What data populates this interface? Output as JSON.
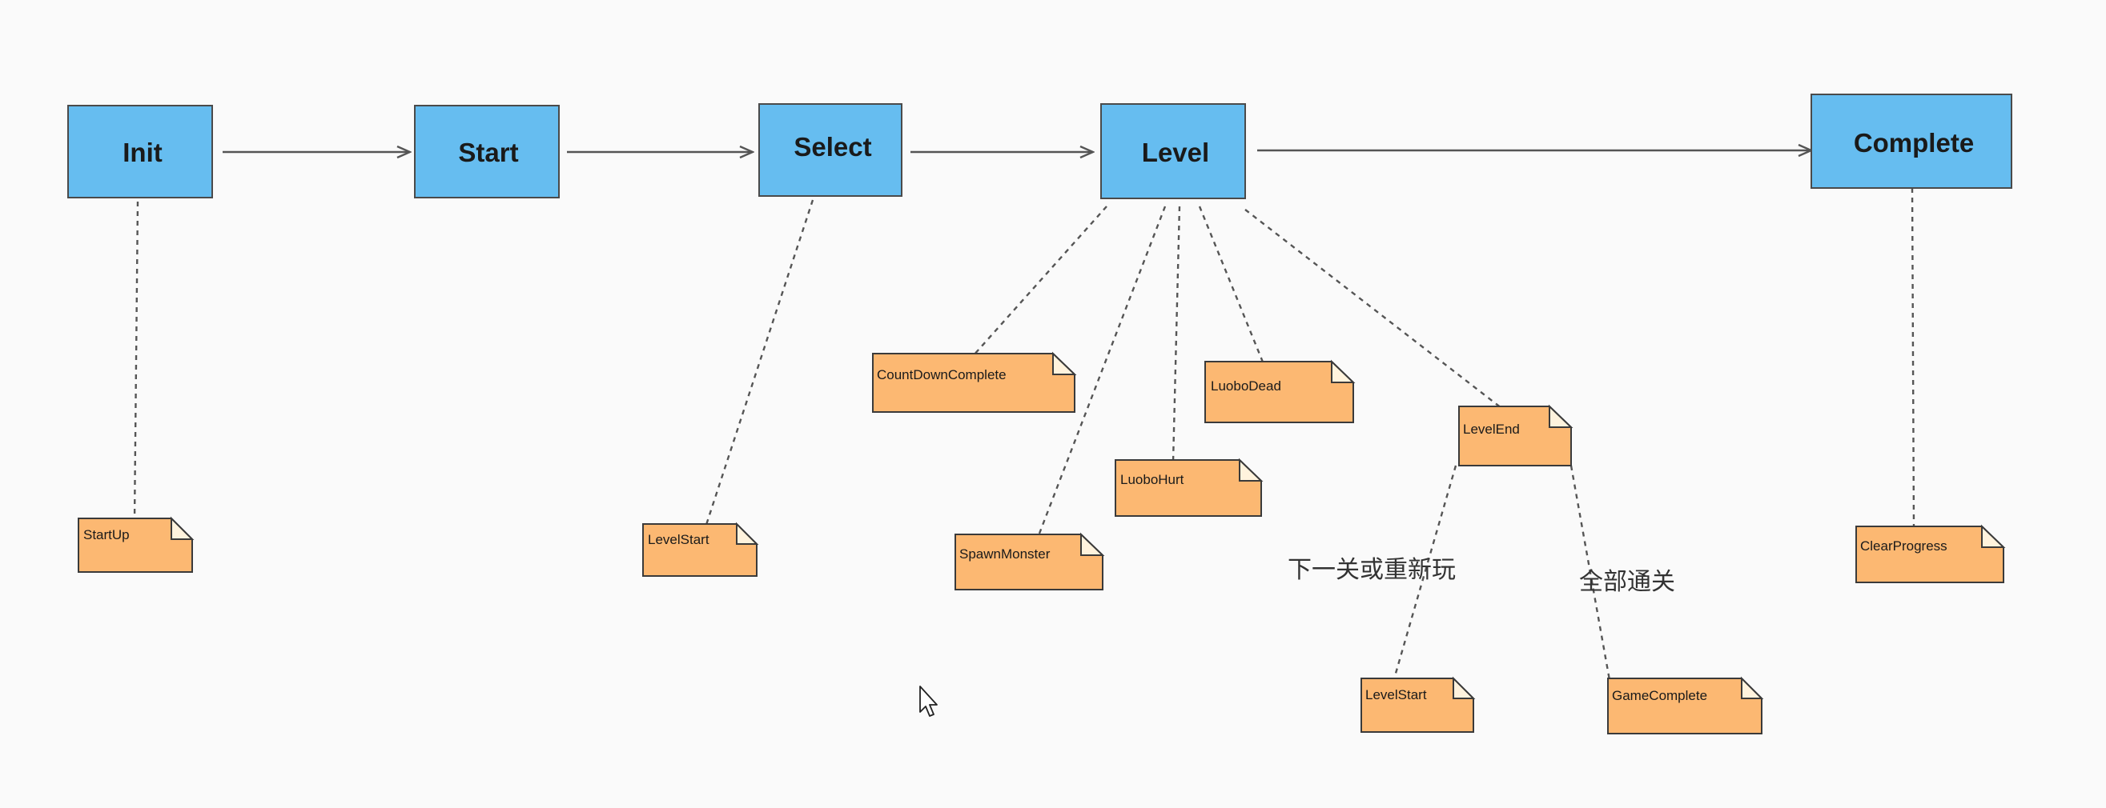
{
  "states": {
    "init": "Init",
    "start": "Start",
    "select": "Select",
    "level": "Level",
    "complete": "Complete"
  },
  "notes": {
    "startup": "StartUp",
    "levelstart_select": "LevelStart",
    "countdown_complete": "CountDownComplete",
    "spawn_monster": "SpawnMonster",
    "luobo_hurt": "LuoboHurt",
    "luobo_dead": "LuoboDead",
    "level_end": "LevelEnd",
    "levelstart_next": "LevelStart",
    "game_complete": "GameComplete",
    "clear_progress": "ClearProgress"
  },
  "branch_labels": {
    "next_or_replay": "下一关或重新玩",
    "all_cleared": "全部通关"
  },
  "colors": {
    "state_fill": "#66bdf0",
    "note_fill": "#fcb872",
    "line": "#555555"
  }
}
